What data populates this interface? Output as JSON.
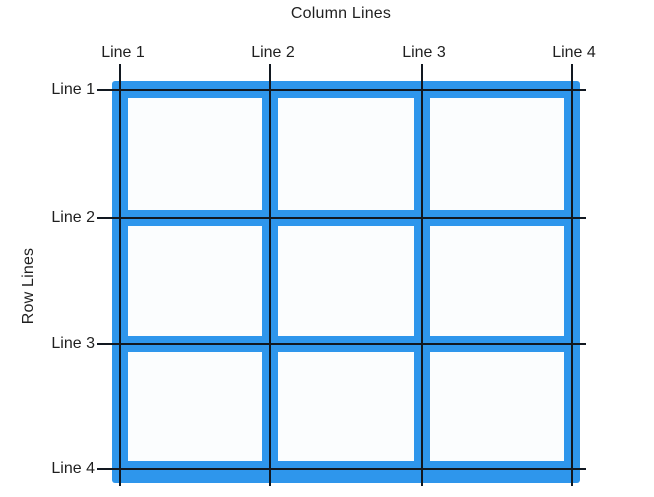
{
  "diagram": {
    "type": "css-grid-lines-illustration",
    "grid": {
      "rows": 3,
      "cols": 3
    }
  },
  "column_axis": {
    "label": "Column Lines",
    "lines": [
      "Line 1",
      "Line 2",
      "Line 3",
      "Line 4"
    ]
  },
  "row_axis": {
    "label": "Row Lines",
    "lines": [
      "Line 1",
      "Line 2",
      "Line 3",
      "Line 4"
    ]
  },
  "colors": {
    "grid_blue": "#2E96EC",
    "cell_fill": "#FBFDFE",
    "reference_line": "#121820",
    "text": "#1F1F1F",
    "background": "#FFFFFF"
  }
}
